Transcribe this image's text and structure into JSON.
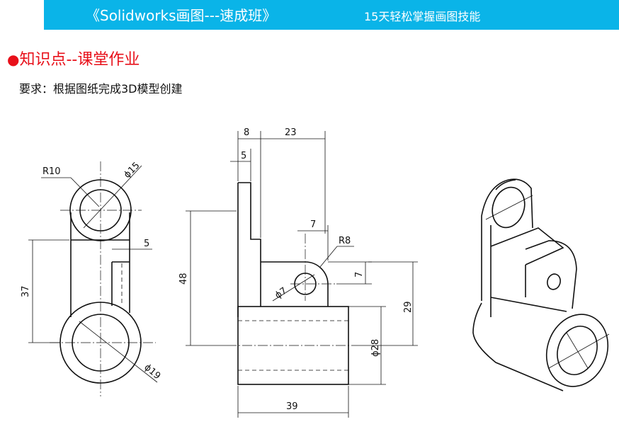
{
  "header": {
    "title": "《Solidworks画图---速成班》",
    "subtitle": "15天轻松掌握画图技能",
    "banner_color": "#0ab4e8"
  },
  "section": {
    "bullet": "●",
    "heading": "知识点--课堂作业",
    "heading_color": "#e8101a"
  },
  "requirement": "要求：根据图纸完成3D模型创建",
  "drawing": {
    "left_view": {
      "r10": "R10",
      "d15": "ϕ15",
      "dim_5": "5",
      "dim_37": "37",
      "d19": "ϕ19"
    },
    "front_view": {
      "dim_8": "8",
      "dim_23": "23",
      "dim_5": "5",
      "dim_7_top": "7",
      "r8": "R8",
      "dim_7_side": "7",
      "d7": "ϕ7",
      "dim_48": "48",
      "dim_29": "29",
      "d28": "ϕ28",
      "dim_39": "39"
    }
  }
}
